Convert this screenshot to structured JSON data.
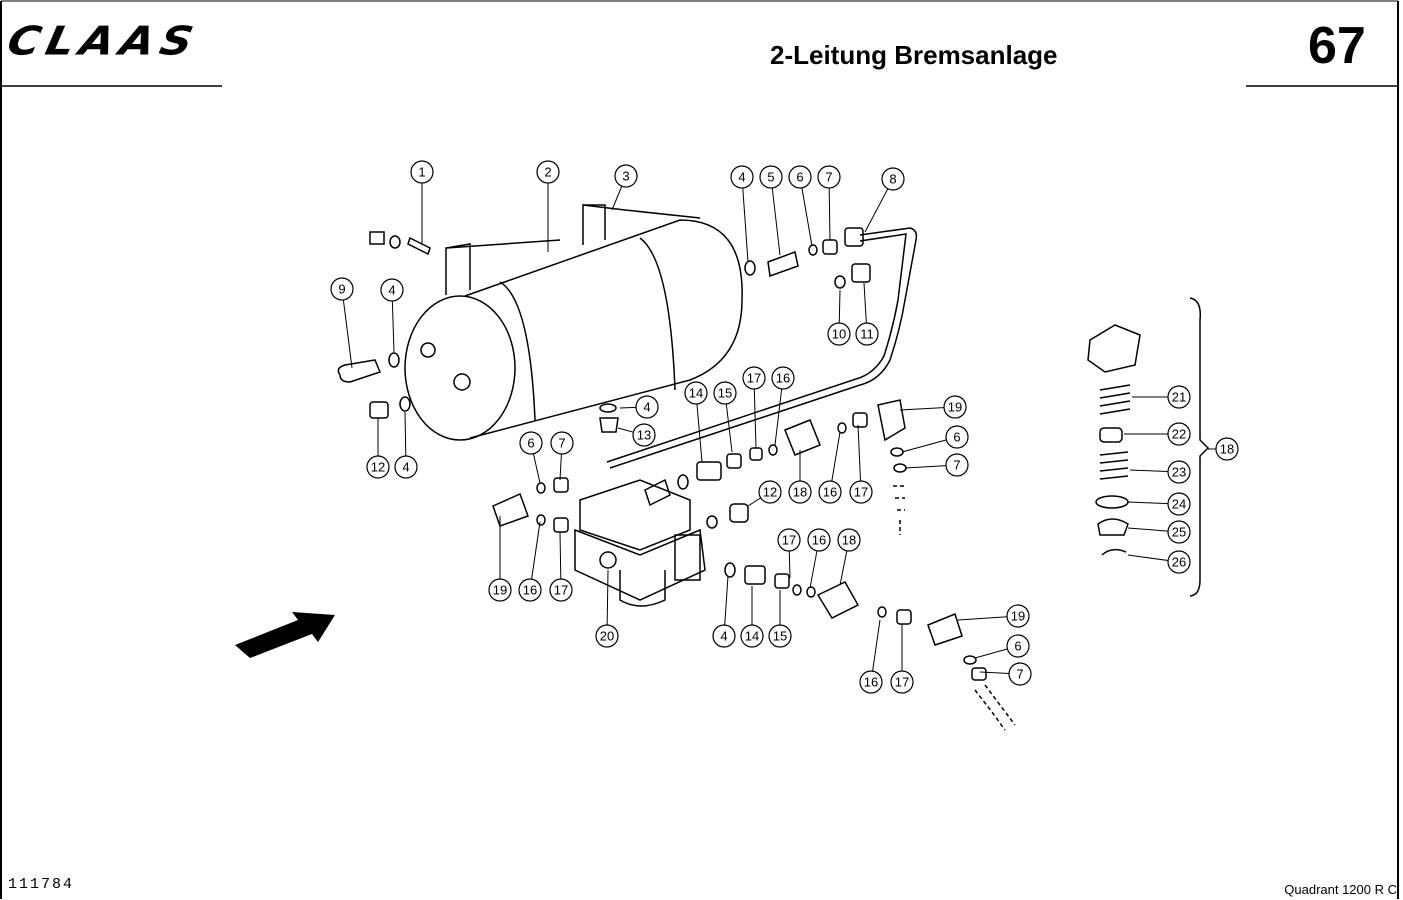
{
  "header": {
    "logo": "CLAAS",
    "title": "2-Leitung Bremsanlage",
    "page_number": "67"
  },
  "footer": {
    "document_number": "111784",
    "model": "Quadrant  1200 R C"
  },
  "callouts": [
    "1",
    "2",
    "3",
    "4",
    "5",
    "6",
    "7",
    "8",
    "9",
    "4",
    "10",
    "11",
    "12",
    "4",
    "4",
    "13",
    "14",
    "15",
    "17",
    "16",
    "19",
    "6",
    "7",
    "6",
    "7",
    "18",
    "16",
    "17",
    "12",
    "19",
    "16",
    "17",
    "20",
    "17",
    "16",
    "18",
    "4",
    "14",
    "15",
    "19",
    "16",
    "17",
    "6",
    "7",
    "21",
    "22",
    "23",
    "24",
    "25",
    "26",
    "18"
  ]
}
